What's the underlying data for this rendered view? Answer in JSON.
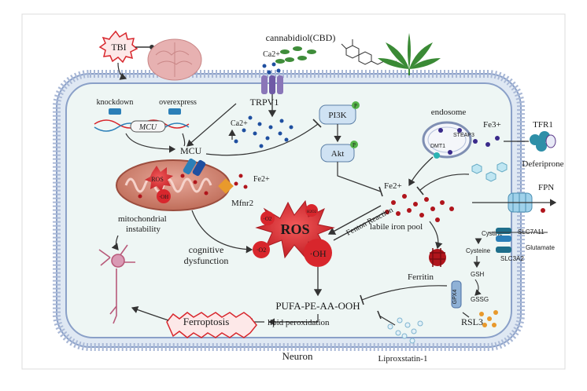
{
  "labels": {
    "tbi": "TBI",
    "cbd": "cannabidiol(CBD)",
    "ca_out": "Ca2+",
    "trpv1": "TRPV1",
    "ca_in": "Ca2+",
    "knockdown": "knockdown",
    "overexpress": "overexpress",
    "mcu_gene": "MCU",
    "mcu": "MCU",
    "ros_small": "ROS",
    "oh_small": "·OH",
    "fe2_mito": "Fe2+",
    "mfnr2": "Mfnr2",
    "mito_instability_1": "mitochondrial",
    "mito_instability_2": "instability",
    "cognitive_1": "cognitive",
    "cognitive_2": "dysfunction",
    "pi3k": "PI3K",
    "akt": "Akt",
    "p_badge": "P",
    "endosome": "endosome",
    "dmt1": "DMT1",
    "steap3": "STEAP3",
    "fe3": "Fe3+",
    "tfr1": "TFR1",
    "deferiprone": "Deferiprone",
    "fe2_center": "Fe2+",
    "fpn": "FPN",
    "labile_iron": "labile iron pool",
    "fenton": "Fenton Reaction",
    "ros_big": "ROS",
    "o2_a": "·O2",
    "o2_b": "·O2",
    "oh_big": "·OH",
    "h2o2": "H2O2",
    "ferritin": "Ferritin",
    "slc7a11": "SLC7A11",
    "slc3a2": "SLC3A2",
    "cystine": "Cystine",
    "cysteine": "Cysteine",
    "glutamate": "Glutamate",
    "gsh": "GSH",
    "gssg": "GSSG",
    "gpx4": "GPX4",
    "rsl3": "RSL3",
    "pufa": "PUFA-PE-AA-OOH",
    "lipid_perox": "lipid peroxidation",
    "ferroptosis": "Ferroptosis",
    "liproxstatin": "Liproxstatin-1",
    "neuron": "Neuron"
  },
  "colors": {
    "membrane": "#8aa0c8",
    "cytoplasm": "#eef6f4",
    "ros_red": "#d8262c",
    "iron_red": "#b0151c",
    "ca_blue": "#1f4fa0",
    "mito": "#c97a6b",
    "cbd_green": "#3f8d3a",
    "process_blue": "#cfe2f3"
  }
}
